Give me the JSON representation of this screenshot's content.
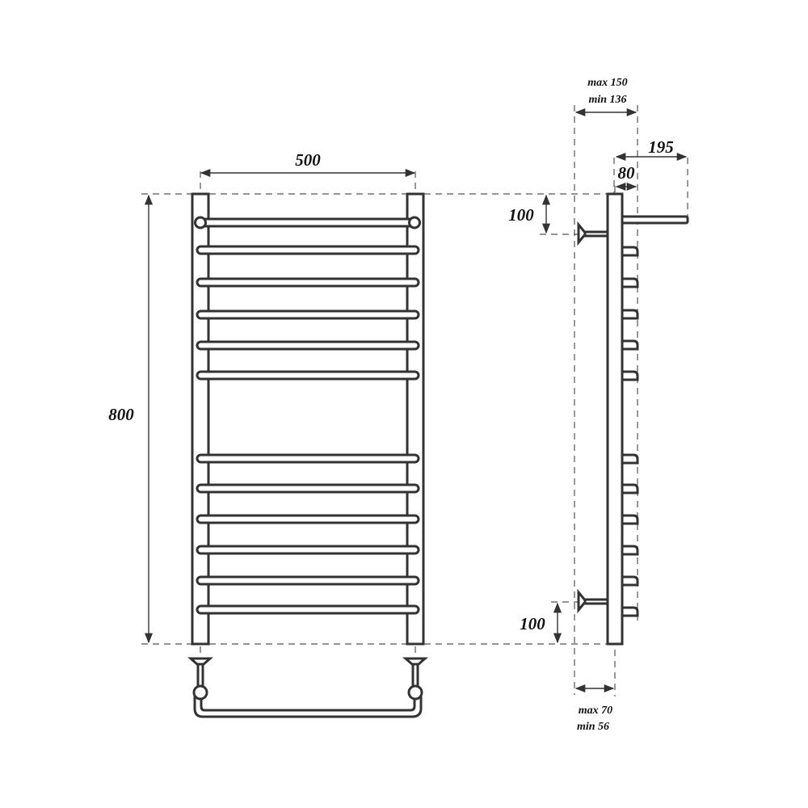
{
  "drawing": {
    "subject": "heated towel rail dimension drawing",
    "colors": {
      "line": "#333333",
      "dash": "#555555",
      "background": "#ffffff",
      "text": "#111111"
    },
    "front_view": {
      "width_label": "500",
      "height_label": "800",
      "bar_count": 12
    },
    "side_view": {
      "depth_total_label": "195",
      "depth_shelf_label": "80",
      "top_mount_offset_label": "100",
      "bottom_mount_offset_label": "100",
      "top_wall_distance": {
        "max_label": "max 150",
        "min_label": "min 136"
      },
      "bottom_wall_distance": {
        "max_label": "max 70",
        "min_label": "min 56"
      }
    }
  }
}
